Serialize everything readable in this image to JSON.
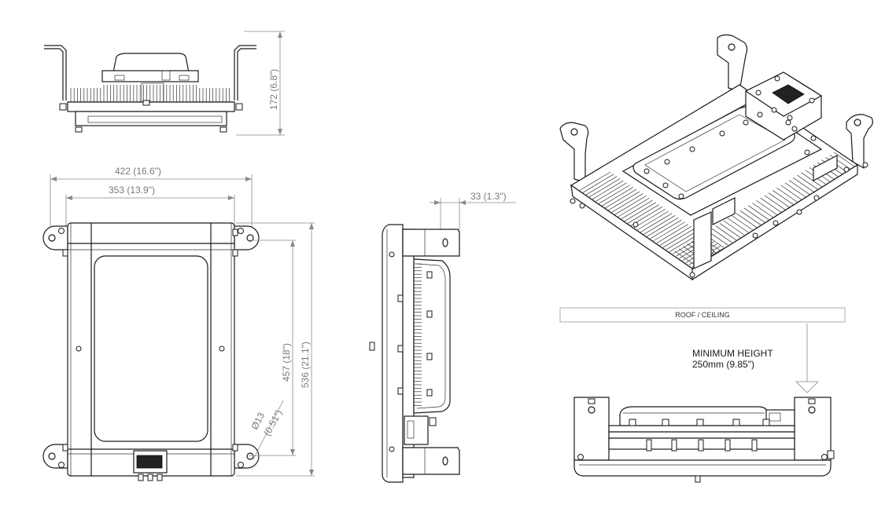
{
  "dimensions": {
    "height_top_view": "172 (6.8\")",
    "overall_width": "422 (16.6\")",
    "mount_width": "353 (13.9\")",
    "mount_height": "457 (18\")",
    "overall_height": "536 (21.1\")",
    "hole_diameter": "Ø13",
    "hole_diameter_in": "(0.51\")",
    "bracket_offset": "33 (1.3\")"
  },
  "installation": {
    "ceiling_label": "ROOF / CEILING",
    "min_height_label": "MINIMUM HEIGHT",
    "min_height_value": "250mm (9.85\")"
  }
}
